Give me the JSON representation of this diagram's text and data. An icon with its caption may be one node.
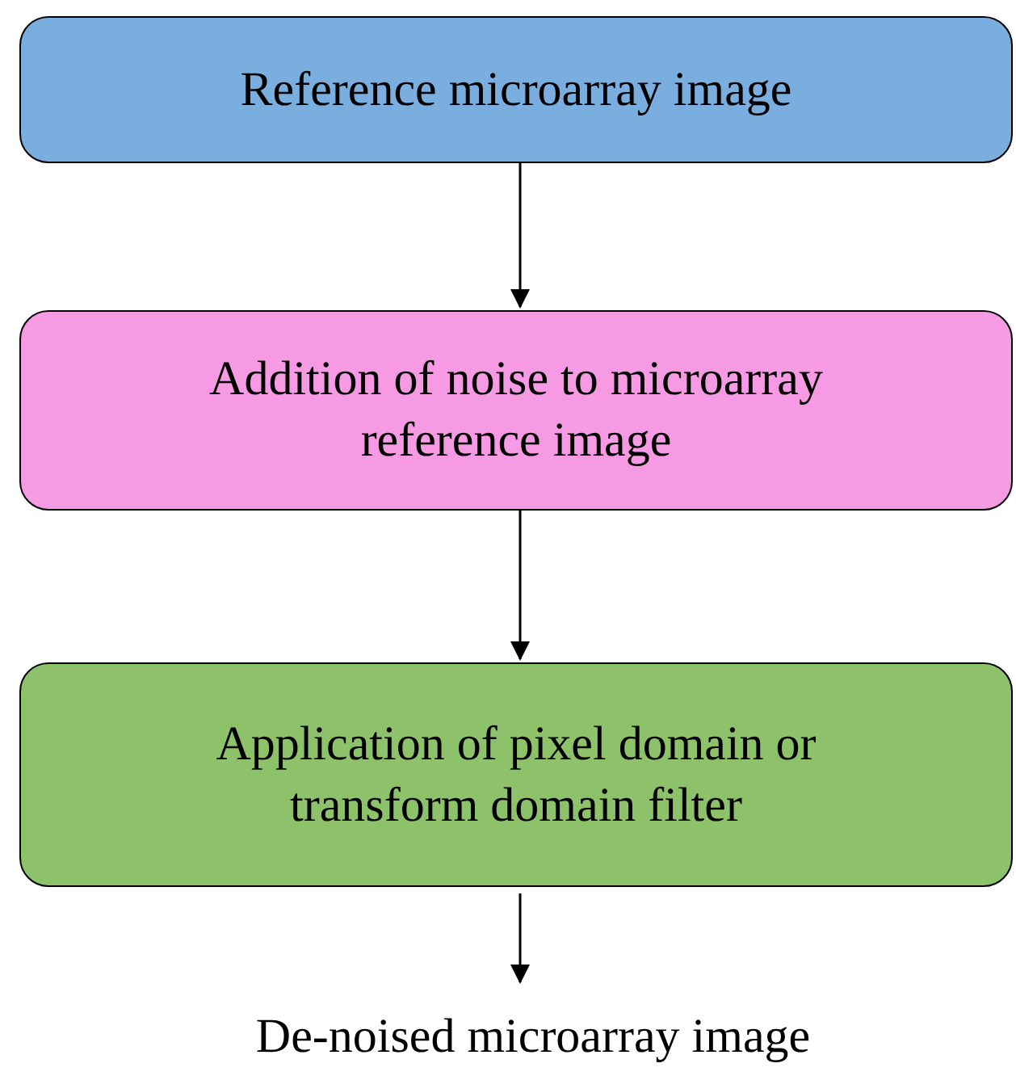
{
  "diagram": {
    "nodes": [
      {
        "text": [
          "Reference microarray image"
        ]
      },
      {
        "text": [
          "Addition of noise to microarray reference image"
        ]
      },
      {
        "text": [
          "Application of pixel domain or transform domain filter"
        ]
      },
      {
        "text": [
          "De-noised microarray image"
        ]
      }
    ],
    "edges": [
      {
        "from": 0,
        "to": 1,
        "arrow": "to"
      },
      {
        "from": 1,
        "to": 2,
        "arrow": "to"
      },
      {
        "from": 2,
        "to": 3,
        "arrow": "to"
      }
    ]
  }
}
